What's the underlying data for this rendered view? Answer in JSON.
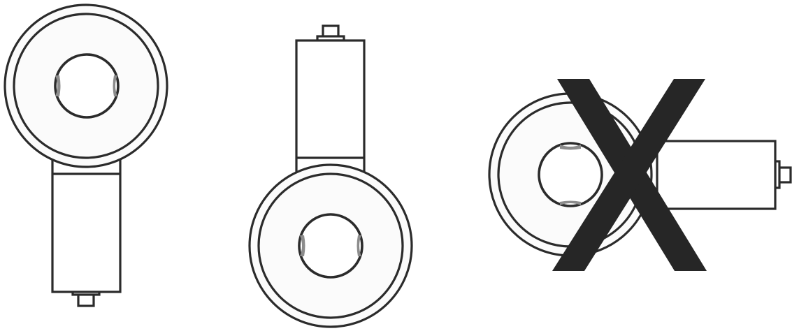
{
  "diagram": {
    "figures": [
      {
        "id": "orientation-1",
        "orientation": "body-down",
        "allowed": true
      },
      {
        "id": "orientation-2",
        "orientation": "body-up",
        "allowed": true
      },
      {
        "id": "orientation-3",
        "orientation": "body-sideways",
        "allowed": false
      }
    ],
    "colors": {
      "stroke": "#2b2b2b",
      "pad": "#8c8c8c",
      "cross": "#262626",
      "background": "#ffffff"
    },
    "icons": [
      "ring-housing-icon",
      "cylinder-body-icon",
      "connector-icon",
      "grip-pad-icon",
      "cross-x-icon"
    ]
  }
}
